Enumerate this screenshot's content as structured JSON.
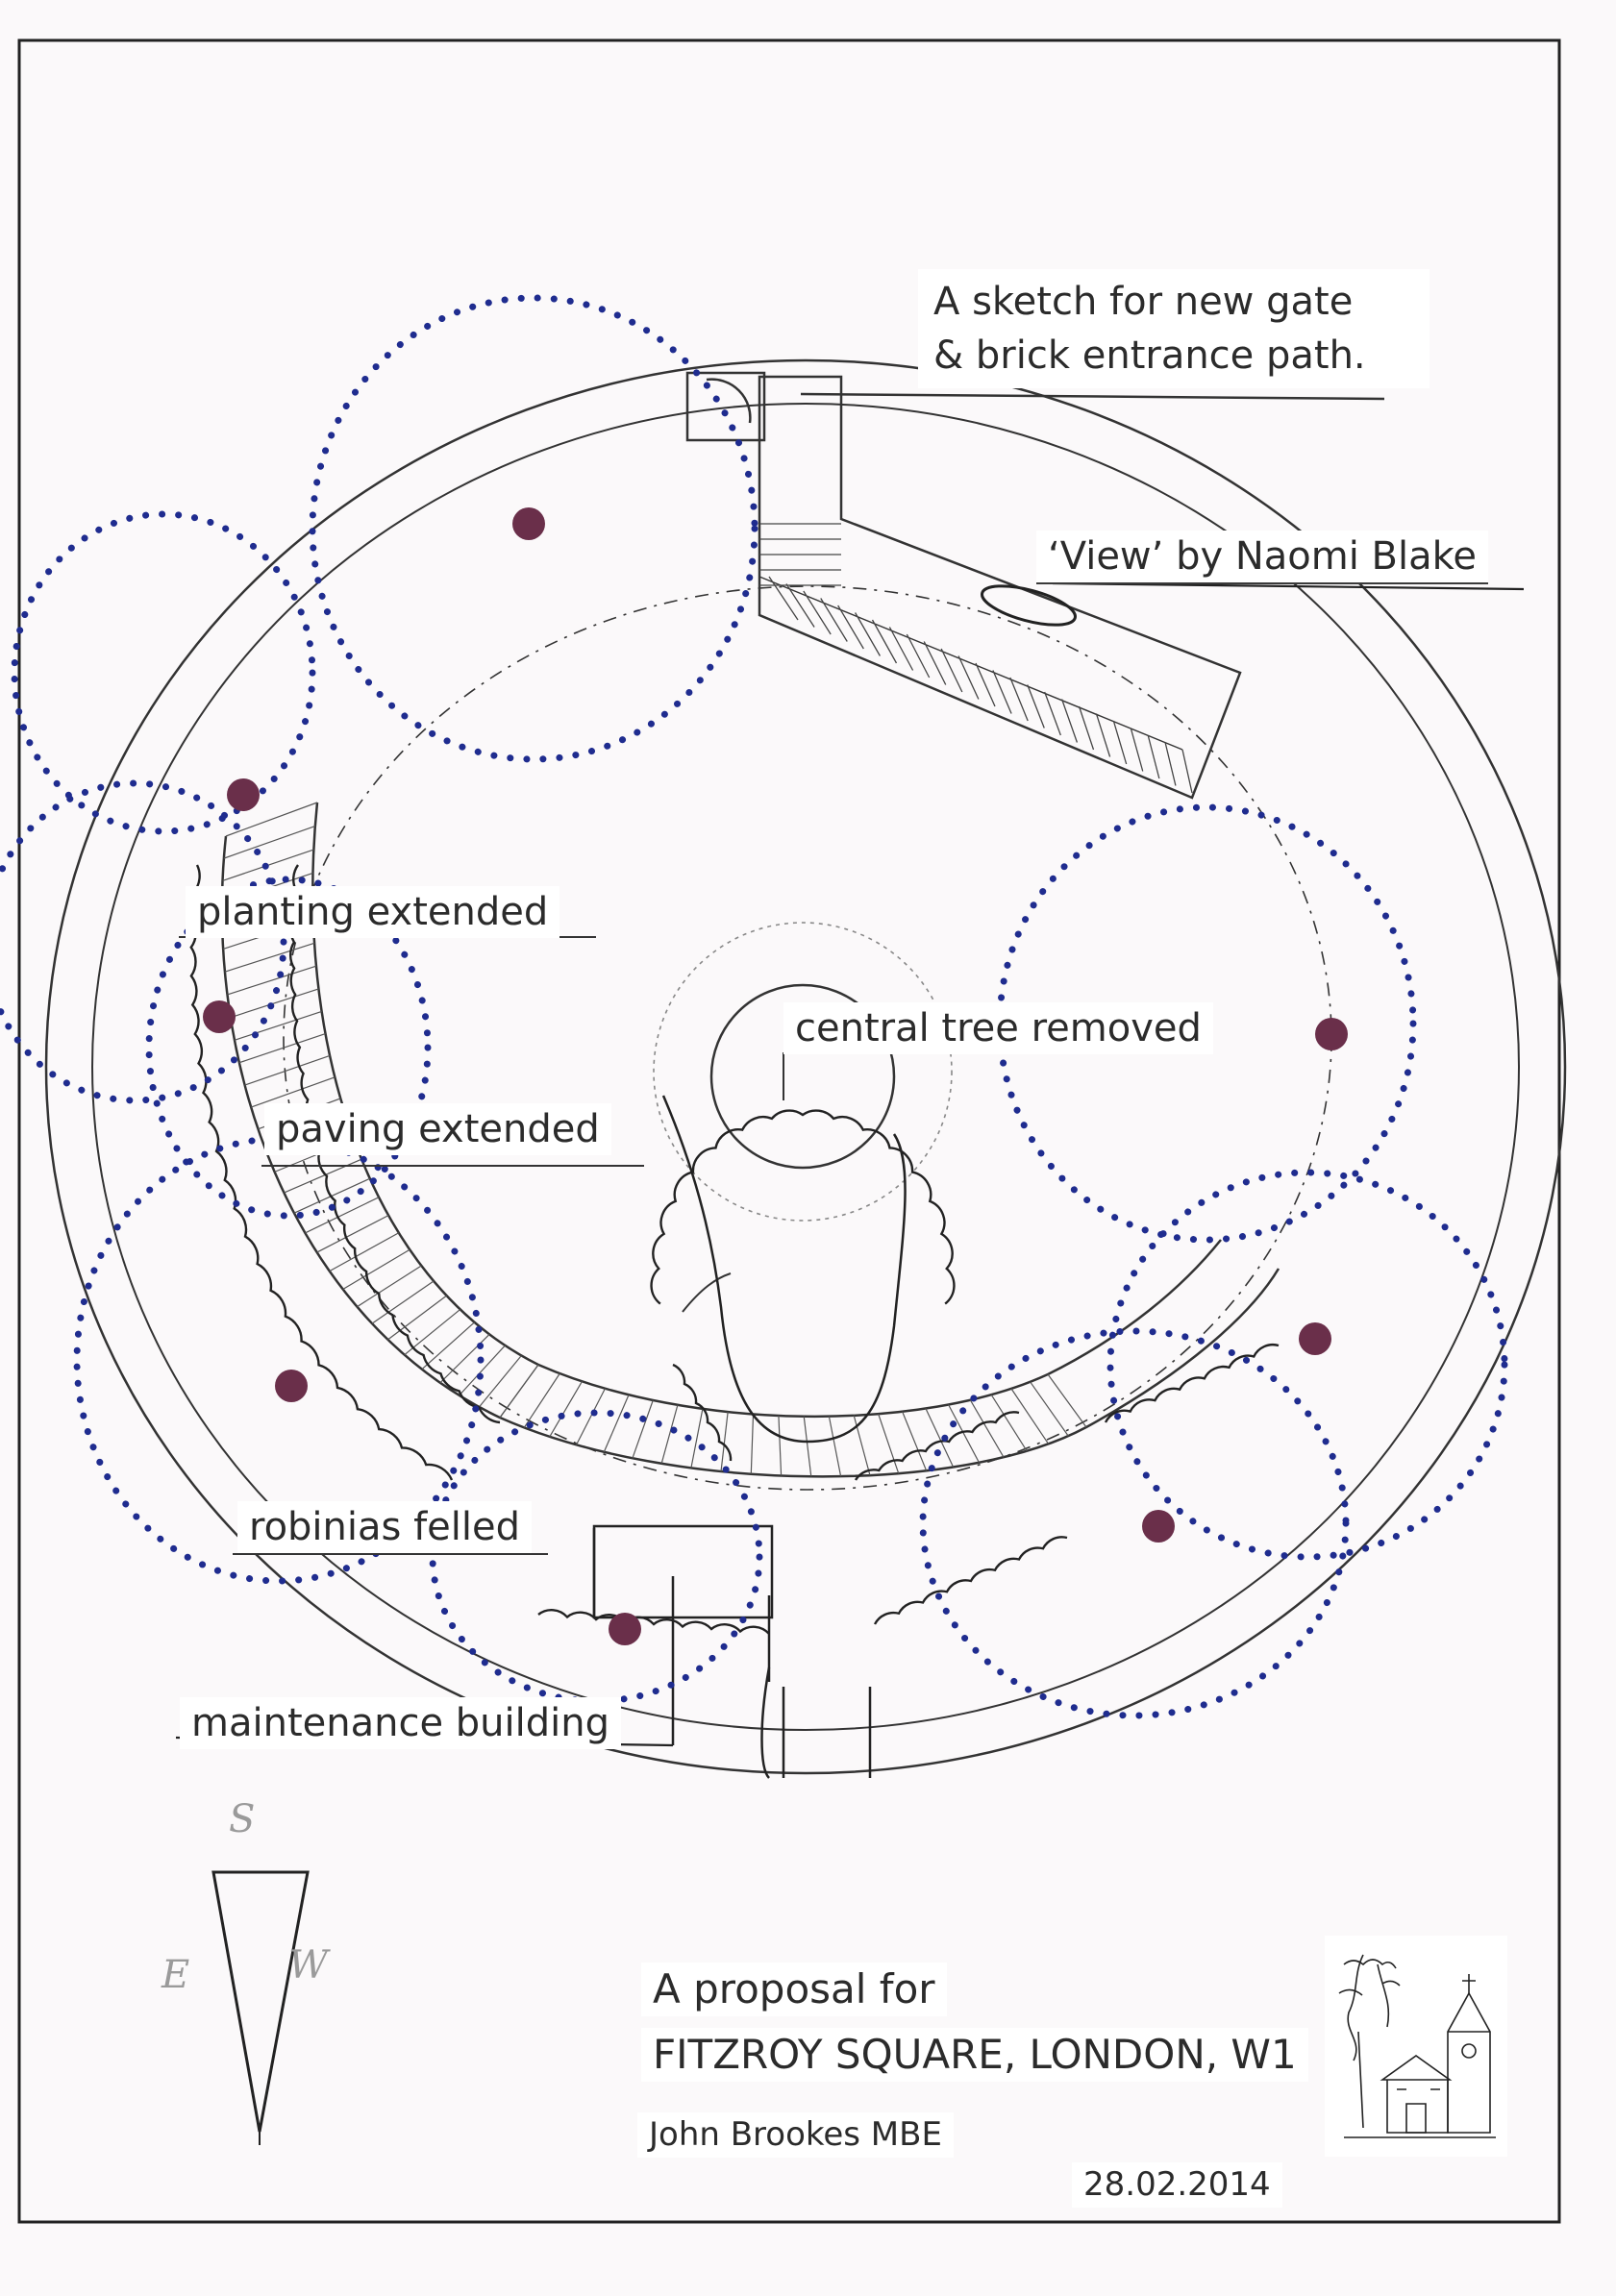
{
  "labels": {
    "gate_path_line1": "A sketch for new gate",
    "gate_path_line2": "& brick entrance path.",
    "view": "‘View’ by Naomi Blake",
    "central_tree": "central tree removed",
    "planting": "planting extended",
    "paving": "paving extended",
    "robinias": "robinias felled",
    "maintenance": "maintenance building"
  },
  "title_block": {
    "proposal": "A proposal for",
    "title": "FITZROY SQUARE, LONDON, W1",
    "author": "John Brookes MBE",
    "date": "28.02.2014"
  },
  "handwritten": {
    "s": "S",
    "e": "E",
    "w": "W"
  },
  "colors": {
    "paper": "#fbf9fa",
    "ink": "#2e2e2e",
    "canopy_dots": "#1f2c8f",
    "trunk_marks": "#6a2f4a"
  },
  "icons": {
    "north_arrow": "north-arrow-icon",
    "church": "church-emblem-icon"
  }
}
